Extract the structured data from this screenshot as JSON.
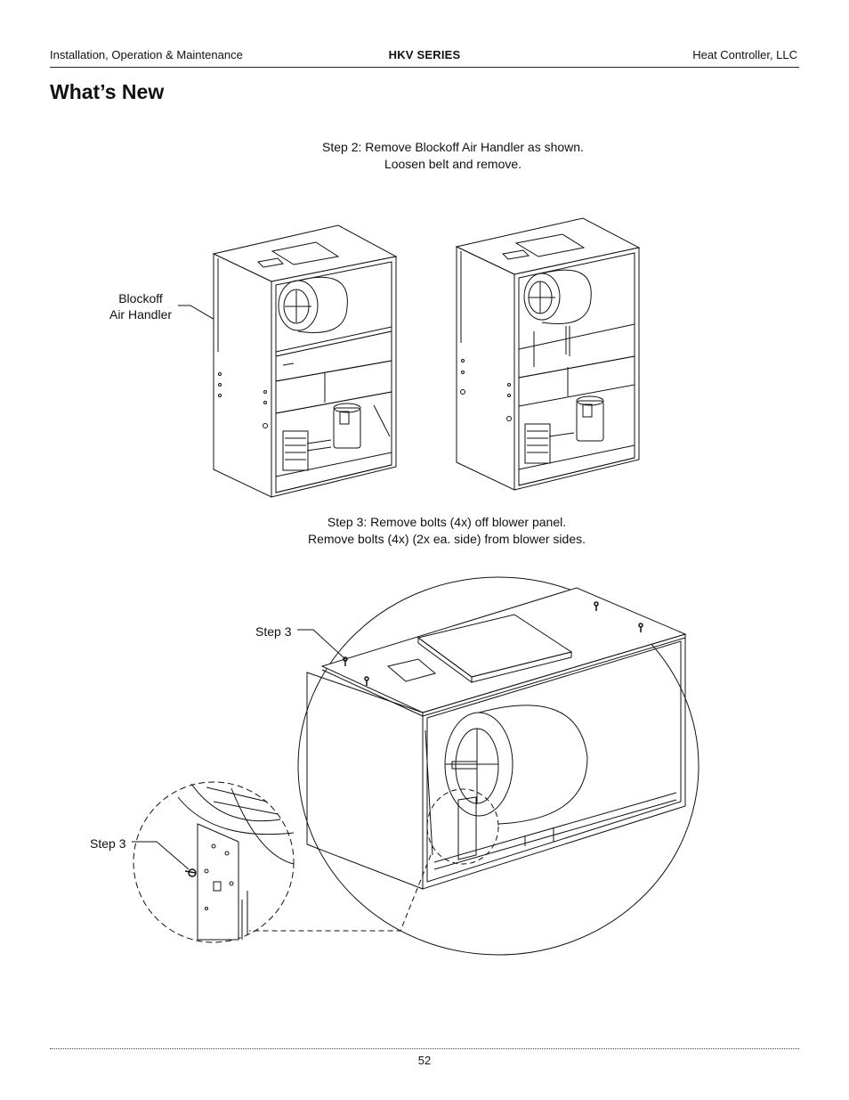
{
  "header": {
    "left": "Installation, Operation & Maintenance",
    "center": "HKV SERIES",
    "right": "Heat Controller, LLC"
  },
  "title": "What’s New",
  "step2": {
    "line1": "Step 2: Remove Blockoff Air Handler as shown.",
    "line2": "Loosen belt and remove."
  },
  "label_blockoff": {
    "line1": "Blockoff",
    "line2": "Air Handler"
  },
  "step3": {
    "line1": "Step 3: Remove bolts (4x) off blower panel.",
    "line2": "Remove bolts (4x) (2x ea. side) from blower sides."
  },
  "callouts": {
    "step3_top": "Step 3",
    "step3_detail": "Step 3"
  },
  "footer": {
    "page_number": "52"
  }
}
